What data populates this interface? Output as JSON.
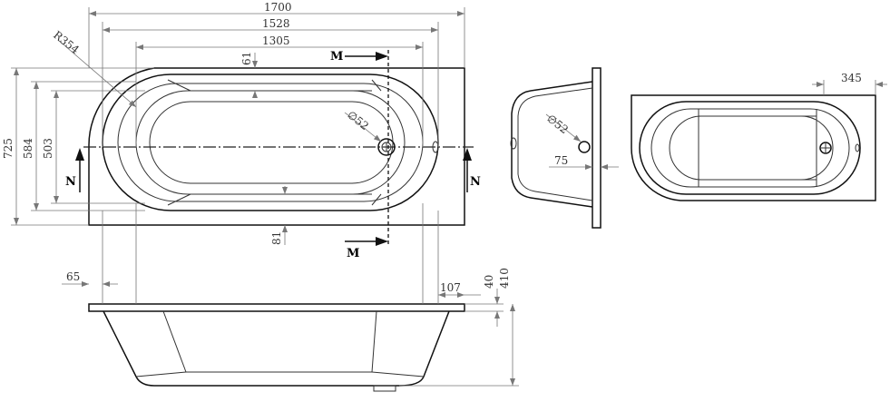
{
  "drawing": {
    "dimensions": {
      "overall_length": "1700",
      "inner_length": "1528",
      "bowl_length": "1305",
      "radius": "R354",
      "rim_top": "61",
      "rim_bottom": "81",
      "drain": "∅52",
      "overall_width": "725",
      "inner_width": "584",
      "bowl_width": "503",
      "side_drain": "∅52",
      "side_offset": "75",
      "plan_right": "345",
      "left_rim": "65",
      "right_rim": "107",
      "rim_height": "40",
      "total_height": "410"
    },
    "section_labels": {
      "m_top": "M",
      "m_bottom": "M",
      "n_left": "N",
      "n_right": "N"
    }
  }
}
